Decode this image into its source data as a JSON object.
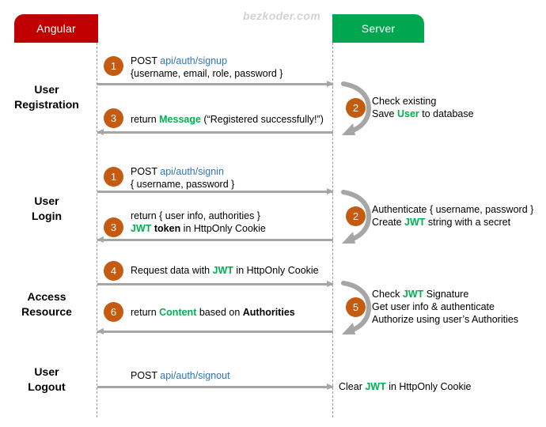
{
  "watermark": "bezkoder.com",
  "colors": {
    "client_box": "#C00000",
    "server_box": "#00A650",
    "badge": "#C55A11",
    "arrow": "#a6a6a6",
    "keyword_green": "#00B050",
    "keyword_blue": "#2E75B6",
    "lifeline": "#9a9a9a"
  },
  "actors": {
    "client": "Angular",
    "server": "Server"
  },
  "rows": [
    {
      "label_line1": "User",
      "label_line2": "Registration"
    },
    {
      "label_line1": "User",
      "label_line2": "Login"
    },
    {
      "label_line1": "Access",
      "label_line2": "Resource"
    },
    {
      "label_line1": "User",
      "label_line2": "Logout"
    }
  ],
  "messages": {
    "signup_request": {
      "badge": "1",
      "line1_plain": "POST ",
      "line1_link": "api/auth/signup",
      "line2": "{username, email, role, password }"
    },
    "signup_response": {
      "badge": "3",
      "pre": "return ",
      "green": "Message",
      "post": " (“Registered successfully!”)"
    },
    "signup_note": {
      "badge": "2",
      "line1": "Check existing",
      "line2_pre": "Save ",
      "line2_green": "User",
      "line2_post": " to database"
    },
    "signin_request": {
      "badge": "1",
      "line1_plain": "POST ",
      "line1_link": "api/auth/signin",
      "line2": "{ username, password }"
    },
    "signin_response": {
      "badge": "3",
      "line1": "return { user info, authorities }",
      "line2_green": "JWT",
      "line2_bold": " token",
      "line2_post": " in HttpOnly Cookie"
    },
    "signin_note": {
      "badge": "2",
      "line1": "Authenticate { username, password }",
      "line2_pre": "Create ",
      "line2_green": "JWT",
      "line2_post": " string with a secret"
    },
    "resource_request": {
      "badge": "4",
      "pre": "Request data with ",
      "green": "JWT",
      "post": " in HttpOnly Cookie"
    },
    "resource_response": {
      "badge": "6",
      "pre": "return ",
      "green": "Content",
      "mid": " based on ",
      "bold": "Authorities"
    },
    "resource_note": {
      "badge": "5",
      "line1_pre": "Check ",
      "line1_green": "JWT",
      "line1_post": " Signature",
      "line2": "Get user info & authenticate",
      "line3": "Authorize using user’s Authorities"
    },
    "signout_request": {
      "line1_plain": "POST ",
      "line1_link": "api/auth/signout"
    },
    "signout_note": {
      "pre": "Clear ",
      "green": "JWT",
      "post": " in HttpOnly Cookie"
    }
  }
}
